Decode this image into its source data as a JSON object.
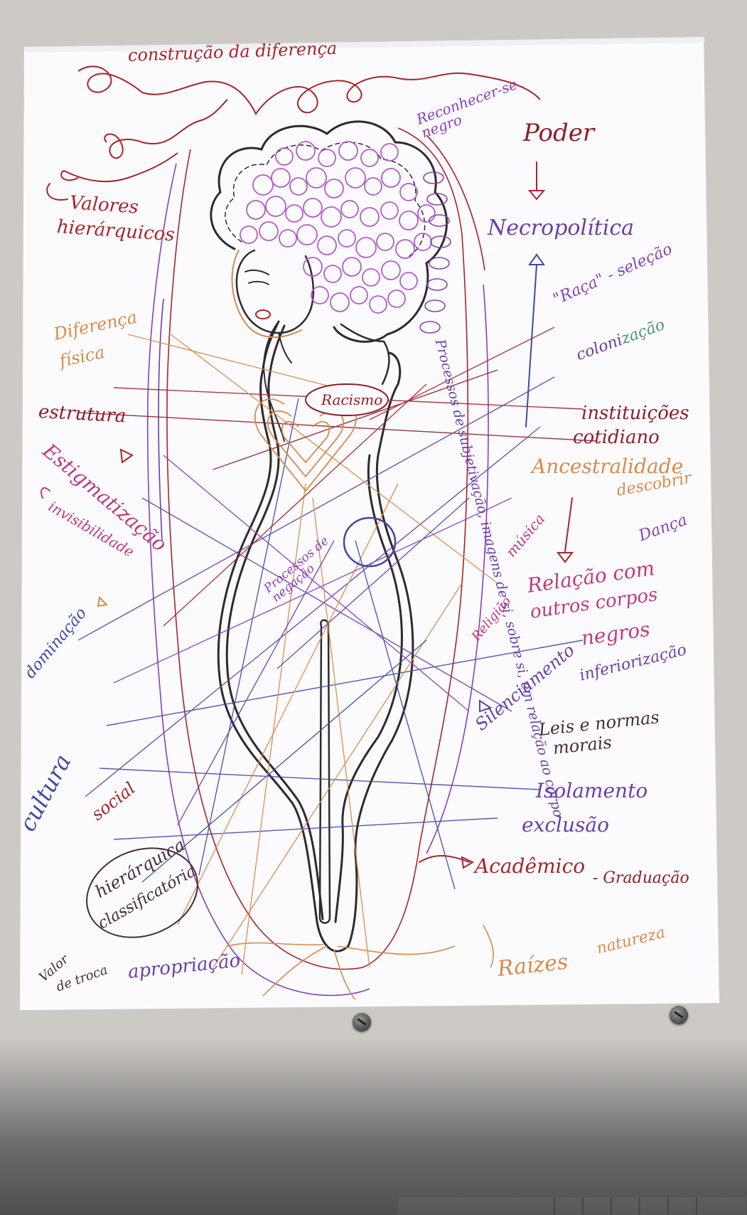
{
  "labels": {
    "construcao": "construção da diferença",
    "reconhecer": "Reconhecer-se negro",
    "poder": "Poder",
    "valores": "Valores",
    "hierarquicos": "hierárquicos",
    "necropolitica": "Necropolítica",
    "raca": "\"Raça\" - seleção",
    "colonizacao_a": "coloni",
    "colonizacao_b": "zação",
    "diferenca": "Diferença",
    "fisica": "física",
    "estrutura": "estrutura",
    "racismo": "Racismo",
    "instituicoes": "instituições",
    "cotidiano": "cotidiano",
    "ancestralidade": "Ancestralidade",
    "descobrir": "descobrir",
    "estigmatizacao": "Estigmatização",
    "invisibilidade": "invisibilidade",
    "musica": "música",
    "danca": "Dança",
    "relacao1": "Relação com",
    "relacao2": "outros corpos",
    "relacao3": "negros",
    "religiao": "Religião",
    "processos_negacao": "Processos de negação",
    "subjetivacao": "Processos de subjetivação, imagens de si, sobre si, em relação ao corpo",
    "dominacao": "dominação",
    "silenciamento": "Silenciamento",
    "inferiorizacao": "inferiorização",
    "leis1": "Leis e normas",
    "leis2": "morais",
    "cultura": "cultura",
    "social": "social",
    "isolamento": "Isolamento",
    "exclusao": "exclusão",
    "hierarquica": "hierárquica",
    "classificatoria": "classificatória",
    "academico": "Acadêmico",
    "graduacao": "- Graduação",
    "valor_troca1": "Valor",
    "valor_troca2": "de troca",
    "apropriacao": "apropriação",
    "raizes": "Raízes",
    "natureza": "natureza"
  },
  "colors": {
    "paper": "#fbfbfd",
    "background": "#c9c6c2",
    "purple": "#6a3fa8",
    "red": "#a8242c",
    "orange": "#d98a4a",
    "pink": "#c03a7a",
    "blue": "#3d4aa6",
    "outline": "#2e2a2e"
  }
}
